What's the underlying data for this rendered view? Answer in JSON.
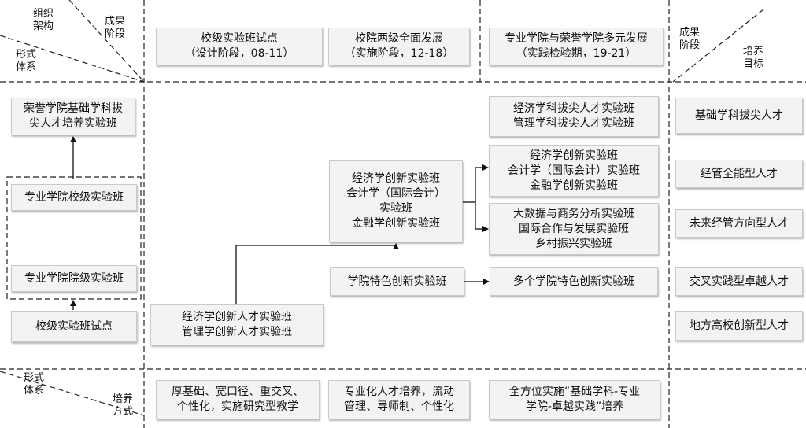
{
  "corners": {
    "top_left": {
      "org": [
        "组织",
        "架构"
      ],
      "stage": [
        "成果",
        "阶段"
      ],
      "form": [
        "形式",
        "体系"
      ]
    },
    "top_right": {
      "stage": [
        "成果",
        "阶段"
      ],
      "goal": [
        "培养",
        "目标"
      ]
    },
    "bottom_left": {
      "form": [
        "形式",
        "体系"
      ],
      "method": [
        "培养",
        "方式"
      ]
    }
  },
  "phases": [
    [
      "校级实验班试点",
      "（设计阶段，08-11）"
    ],
    [
      "校院两级全面发展",
      "（实施阶段，12-18）"
    ],
    [
      "专业学院与荣誉学院多元发展",
      "（实践检验期，19-21）"
    ]
  ],
  "left_column": {
    "honors": [
      "荣誉学院基础学科拔",
      "尖人才培养实验班"
    ],
    "school_level": [
      "专业学院校级实验班"
    ],
    "college_level": [
      "专业学院院级实验班"
    ],
    "pilot": [
      "校级实验班试点"
    ]
  },
  "middle": {
    "innovation_talent": [
      "经济学创新人才实验班",
      "管理学创新人才实验班"
    ],
    "innovation": [
      "经济学创新实验班",
      "会计学（国际会计）",
      "实验班",
      "金融学创新实验班"
    ],
    "college_feature": [
      "学院特色创新实验班"
    ]
  },
  "right_column": {
    "top_talent": [
      "经济学科拔尖人才实验班",
      "管理学科拔尖人才实验班"
    ],
    "innovation": [
      "经济学创新实验班",
      "会计学（国际会计）实验班",
      "金融学创新实验班"
    ],
    "bigdata": [
      "大数据与商务分析实验班",
      "国际合作与发展实验班",
      "乡村振兴实验班"
    ],
    "multi_feature": [
      "多个学院特色创新实验班"
    ]
  },
  "goals": [
    [
      "基础学科拔尖人才"
    ],
    [
      "经管全能型人才"
    ],
    [
      "未来经管方向型人才"
    ],
    [
      "交叉实践型卓越人才"
    ],
    [
      "地方高校创新型人才"
    ]
  ],
  "methods": [
    [
      "厚基础、宽口径、重交叉、",
      "个性化，实施研究型教学"
    ],
    [
      "专业化人才培养，流动",
      "管理、导师制、个性化"
    ],
    [
      "全方位实施“基础学科-专业",
      "学院-卓越实践”培养"
    ]
  ]
}
